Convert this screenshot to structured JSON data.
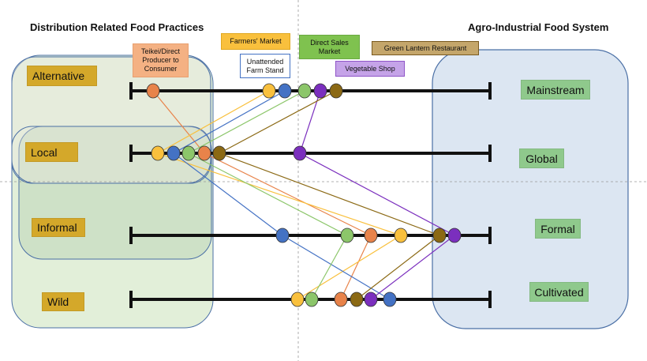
{
  "titles": {
    "left": "Distribution Related Food Practices",
    "right": "Agro-Industrial Food System"
  },
  "left_labels": [
    "Alternative",
    "Local",
    "Informal",
    "Wild"
  ],
  "right_labels": [
    "Mainstream",
    "Global",
    "Formal",
    "Cultivated"
  ],
  "practices": [
    {
      "id": "teikei",
      "label": "Teikei/Direct\nProducer to\nConsumer",
      "color": "#E8834A",
      "tag_bg": "#F4B183",
      "tag_border": "#E8A070"
    },
    {
      "id": "farmers_market",
      "label": "Farmers' Market",
      "color": "#F9C03D",
      "tag_bg": "#F9C03D",
      "tag_border": "#E0A820"
    },
    {
      "id": "unattended_farm_stand",
      "label": "Unattended\nFarm Stand",
      "color": "#4472C4",
      "tag_bg": "#FFFFFF",
      "tag_border": "#4472C4"
    },
    {
      "id": "direct_sales_market",
      "label": "Direct Sales\nMarket",
      "color": "#8CC66A",
      "tag_bg": "#7FC24F",
      "tag_border": "#6AAA40"
    },
    {
      "id": "vegetable_shop",
      "label": "Vegetable Shop",
      "color": "#7B2FBE",
      "tag_bg": "#C5A3E8",
      "tag_border": "#8F55C8"
    },
    {
      "id": "green_lantern_restaurant",
      "label": "Green Lantern Restaurant",
      "color": "#8B6914",
      "tag_bg": "#C4A66B",
      "tag_border": "#7A5A20"
    }
  ],
  "colors": {
    "alternative_label": "#D4A82A",
    "right_label": "#8FC98C",
    "left_region_fill": "#E2EFD9",
    "right_region_fill": "#DCE6F2",
    "region_border": "#4A6FA5",
    "axis": "#111111"
  }
}
